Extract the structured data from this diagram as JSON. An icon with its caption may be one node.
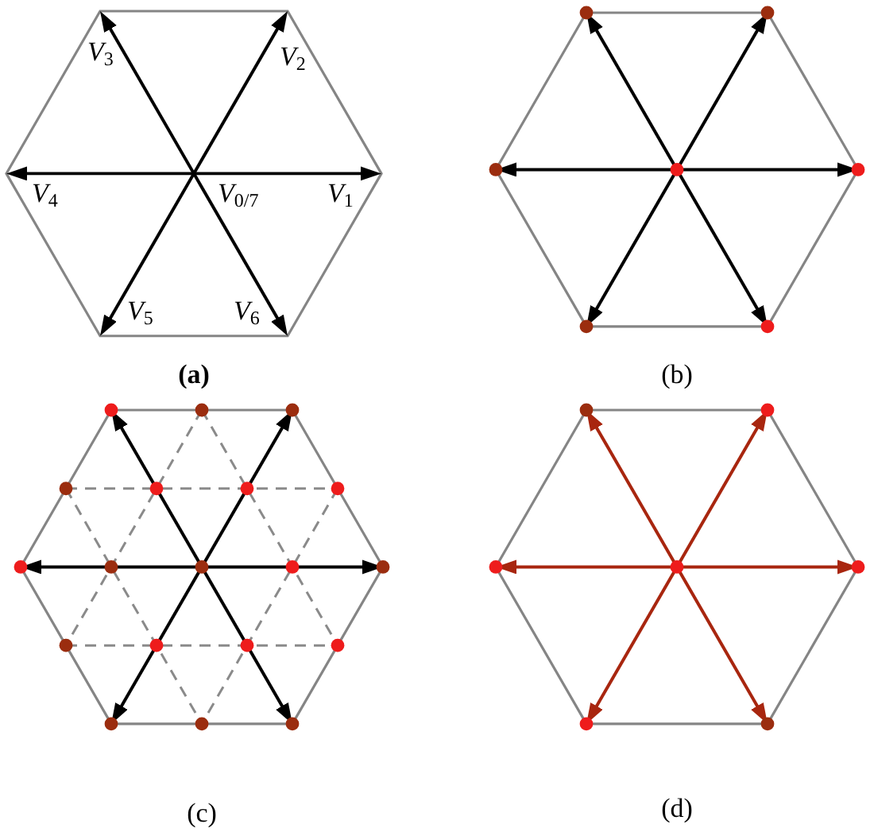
{
  "diagram": {
    "labels": [
      "*V*$_{3}$",
      "*V*$_{2}$",
      "*V*$_{4}$",
      "*V*$_{0/7}$",
      "*V*$_{1}$",
      "*V*$_{5}$",
      "*V*$_{6}$",
      "(a)",
      "(b)",
      "(c)",
      "(d)"
    ]
  }
}
